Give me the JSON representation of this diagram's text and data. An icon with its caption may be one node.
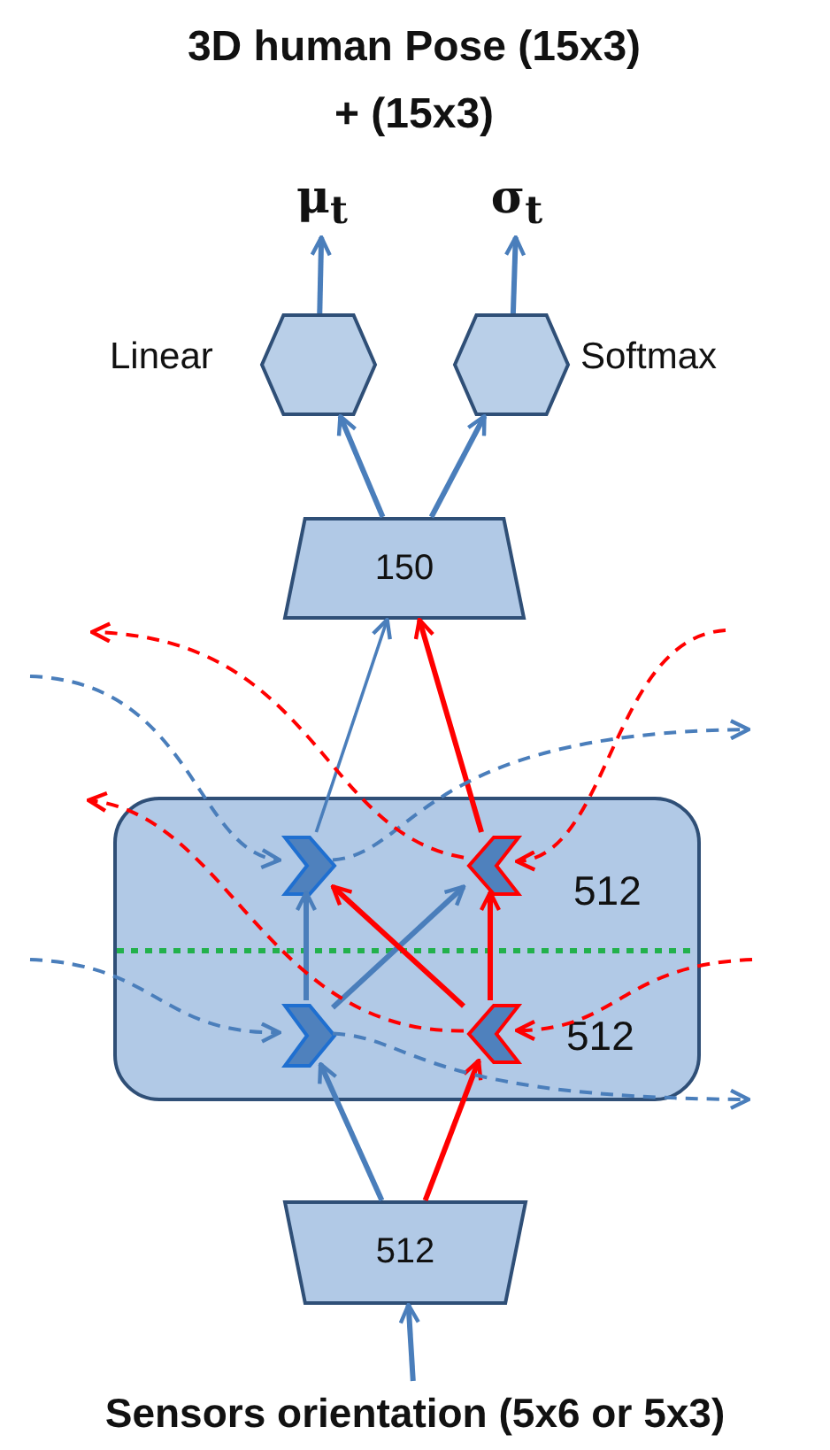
{
  "diagram": {
    "title": "3D human Pose (15x3) + (15x3)",
    "nodes": [
      {
        "text": [
          "μ$_{t}$"
        ]
      },
      {
        "text": [
          "σ$_{t}$"
        ]
      },
      {
        "text": [],
        "shape": "hexagon",
        "beside": [
          "Linear"
        ]
      },
      {
        "text": [],
        "shape": "hexagon",
        "beside": [
          "Softmax"
        ]
      },
      {
        "text": [
          "150"
        ]
      },
      {
        "text": [
          "512",
          "512"
        ]
      },
      {
        "text": [],
        "shape": "chevron",
        "in": 5
      },
      {
        "text": [],
        "shape": "chevron",
        "in": 5
      },
      {
        "text": [],
        "shape": "chevron",
        "in": 5
      },
      {
        "text": [],
        "shape": "chevron",
        "in": 5
      },
      {
        "text": [
          "512"
        ]
      },
      {
        "text": [
          "Sensors orientation (5x6 or 5x3)"
        ]
      }
    ],
    "edges": [
      {
        "from": 11,
        "to": 10,
        "arrow": "to"
      },
      {
        "from": 10,
        "to": 8,
        "arrow": "to"
      },
      {
        "from": 10,
        "to": 9,
        "arrow": "to",
        "color": "#ff0000"
      },
      {
        "from": 8,
        "to": 6,
        "arrow": "to"
      },
      {
        "from": 8,
        "to": 7,
        "arrow": "to"
      },
      {
        "from": 9,
        "to": 6,
        "arrow": "to",
        "color": "#ff0000"
      },
      {
        "from": 9,
        "to": 7,
        "arrow": "to",
        "color": "#ff0000"
      },
      {
        "from": 6,
        "to": 4,
        "arrow": "to"
      },
      {
        "from": 7,
        "to": 4,
        "arrow": "to",
        "color": "#ff0000"
      },
      {
        "from": 4,
        "to": 2,
        "arrow": "to"
      },
      {
        "from": 4,
        "to": 3,
        "arrow": "to"
      },
      {
        "from": 2,
        "to": 0,
        "arrow": "to"
      },
      {
        "from": 3,
        "to": 1,
        "arrow": "to"
      },
      {
        "from": null,
        "to": 6,
        "arrow": "to",
        "style": "dashed"
      },
      {
        "from": 6,
        "to": null,
        "arrow": "to",
        "style": "dashed"
      },
      {
        "from": null,
        "to": 7,
        "arrow": "to",
        "style": "dashed",
        "color": "#ff0000"
      },
      {
        "from": 7,
        "to": null,
        "arrow": "to",
        "style": "dashed",
        "color": "#ff0000"
      },
      {
        "from": null,
        "to": 8,
        "arrow": "to",
        "style": "dashed"
      },
      {
        "from": 8,
        "to": null,
        "arrow": "to",
        "style": "dashed"
      },
      {
        "from": null,
        "to": 9,
        "arrow": "to",
        "style": "dashed",
        "color": "#ff0000"
      },
      {
        "from": 9,
        "to": null,
        "arrow": "to",
        "style": "dashed",
        "color": "#ff0000"
      }
    ]
  }
}
